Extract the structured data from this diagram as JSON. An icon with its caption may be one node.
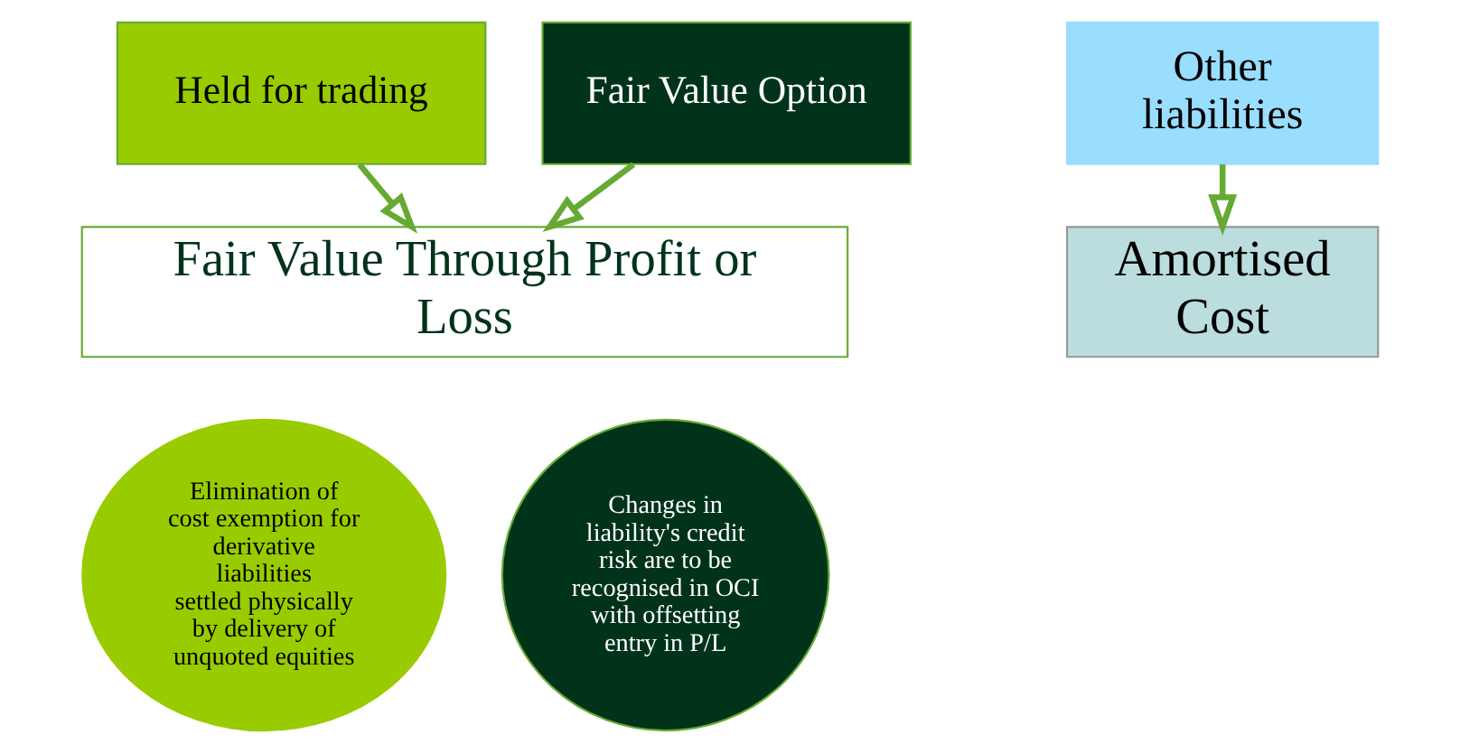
{
  "diagram": {
    "nodes": [
      {
        "text": [
          "Held for trading"
        ]
      },
      {
        "text": [
          "Fair Value Option"
        ]
      },
      {
        "text": [
          "Other liabilities"
        ]
      },
      {
        "text": [
          "Fair Value Through Profit or Loss"
        ]
      },
      {
        "text": [
          "Amortised Cost"
        ]
      },
      {
        "text": [
          "Elimination of cost exemption for derivative liabilities settled physically by delivery of unquoted equities"
        ]
      },
      {
        "text": [
          "Changes in liability's credit risk are to be recognised in OCI with offsetting entry in P/L"
        ]
      }
    ],
    "edges": [
      {
        "from": 0,
        "to": 3,
        "arrow": "to"
      },
      {
        "from": 1,
        "to": 3,
        "arrow": "to"
      },
      {
        "from": 2,
        "to": 4,
        "arrow": "to"
      }
    ]
  }
}
